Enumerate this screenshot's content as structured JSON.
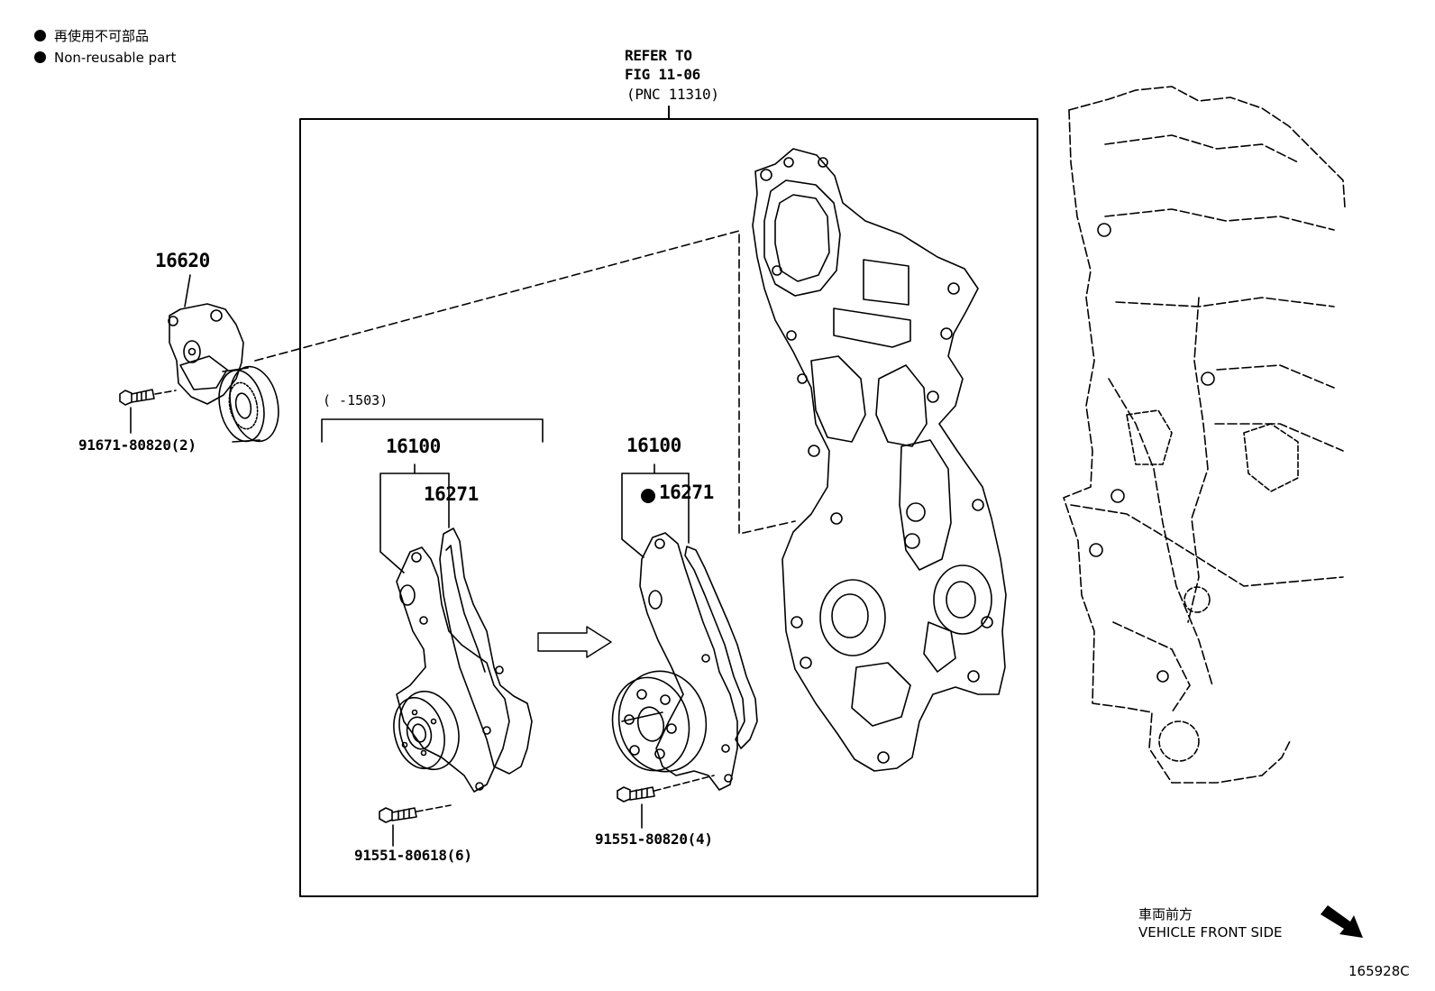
{
  "legend": {
    "symbol": "●",
    "line_jp": "再使用不可部品",
    "line_en": "Non-reusable part"
  },
  "refer": {
    "line1": "REFER TO",
    "line2": "FIG 11-06",
    "line3": "(PNC 11310)"
  },
  "parts": {
    "tensioner": "16620",
    "tensioner_bolt": "91671-80820(2)",
    "date_range": "(      -1503)",
    "pump_old": "16100",
    "gasket_old": "16271",
    "pump_new": "16100",
    "gasket_new": "16271",
    "bolt_old": "91551-80618(6)",
    "bolt_new": "91551-80820(4)"
  },
  "direction": {
    "jp": "車両前方",
    "en": "VEHICLE FRONT SIDE"
  },
  "figure_id": "165928C"
}
